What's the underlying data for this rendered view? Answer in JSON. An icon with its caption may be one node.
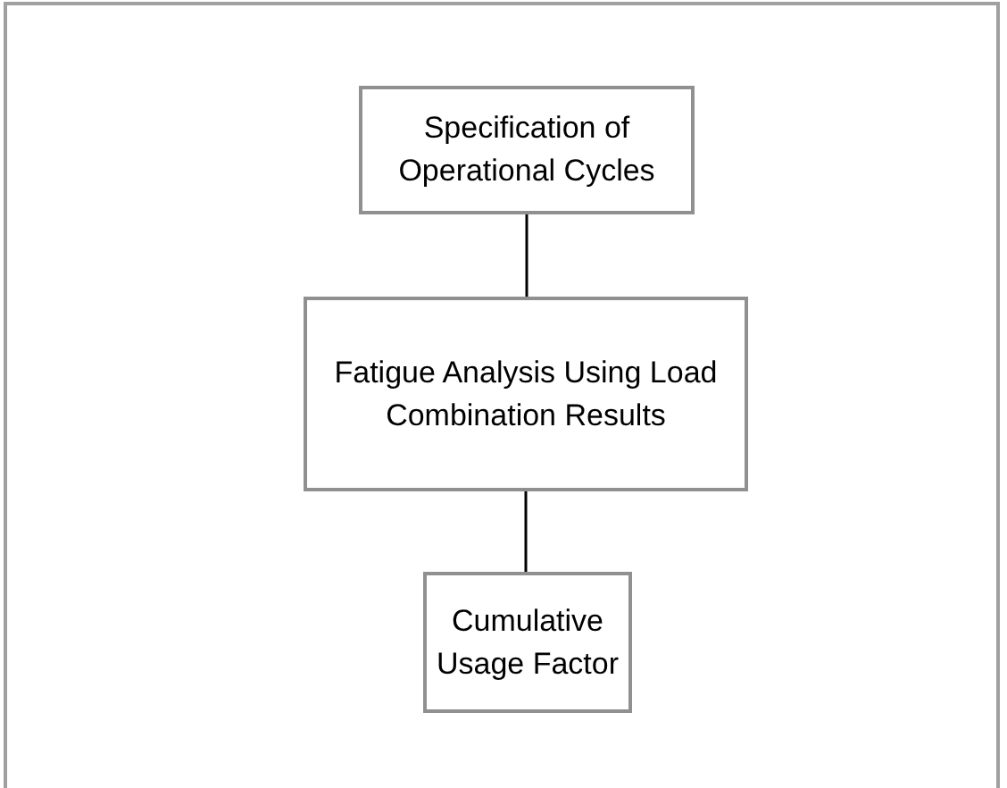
{
  "diagram": {
    "nodes": [
      {
        "text": [
          "Specification of Operational Cycles"
        ]
      },
      {
        "text": [
          "Fatigue Analysis Using Load Combination Results"
        ]
      },
      {
        "text": [
          "Cumulative Usage Factor"
        ]
      }
    ],
    "edges": [
      {
        "from": 0,
        "to": 1,
        "arrow": "none"
      },
      {
        "from": 1,
        "to": 2,
        "arrow": "none"
      }
    ]
  }
}
